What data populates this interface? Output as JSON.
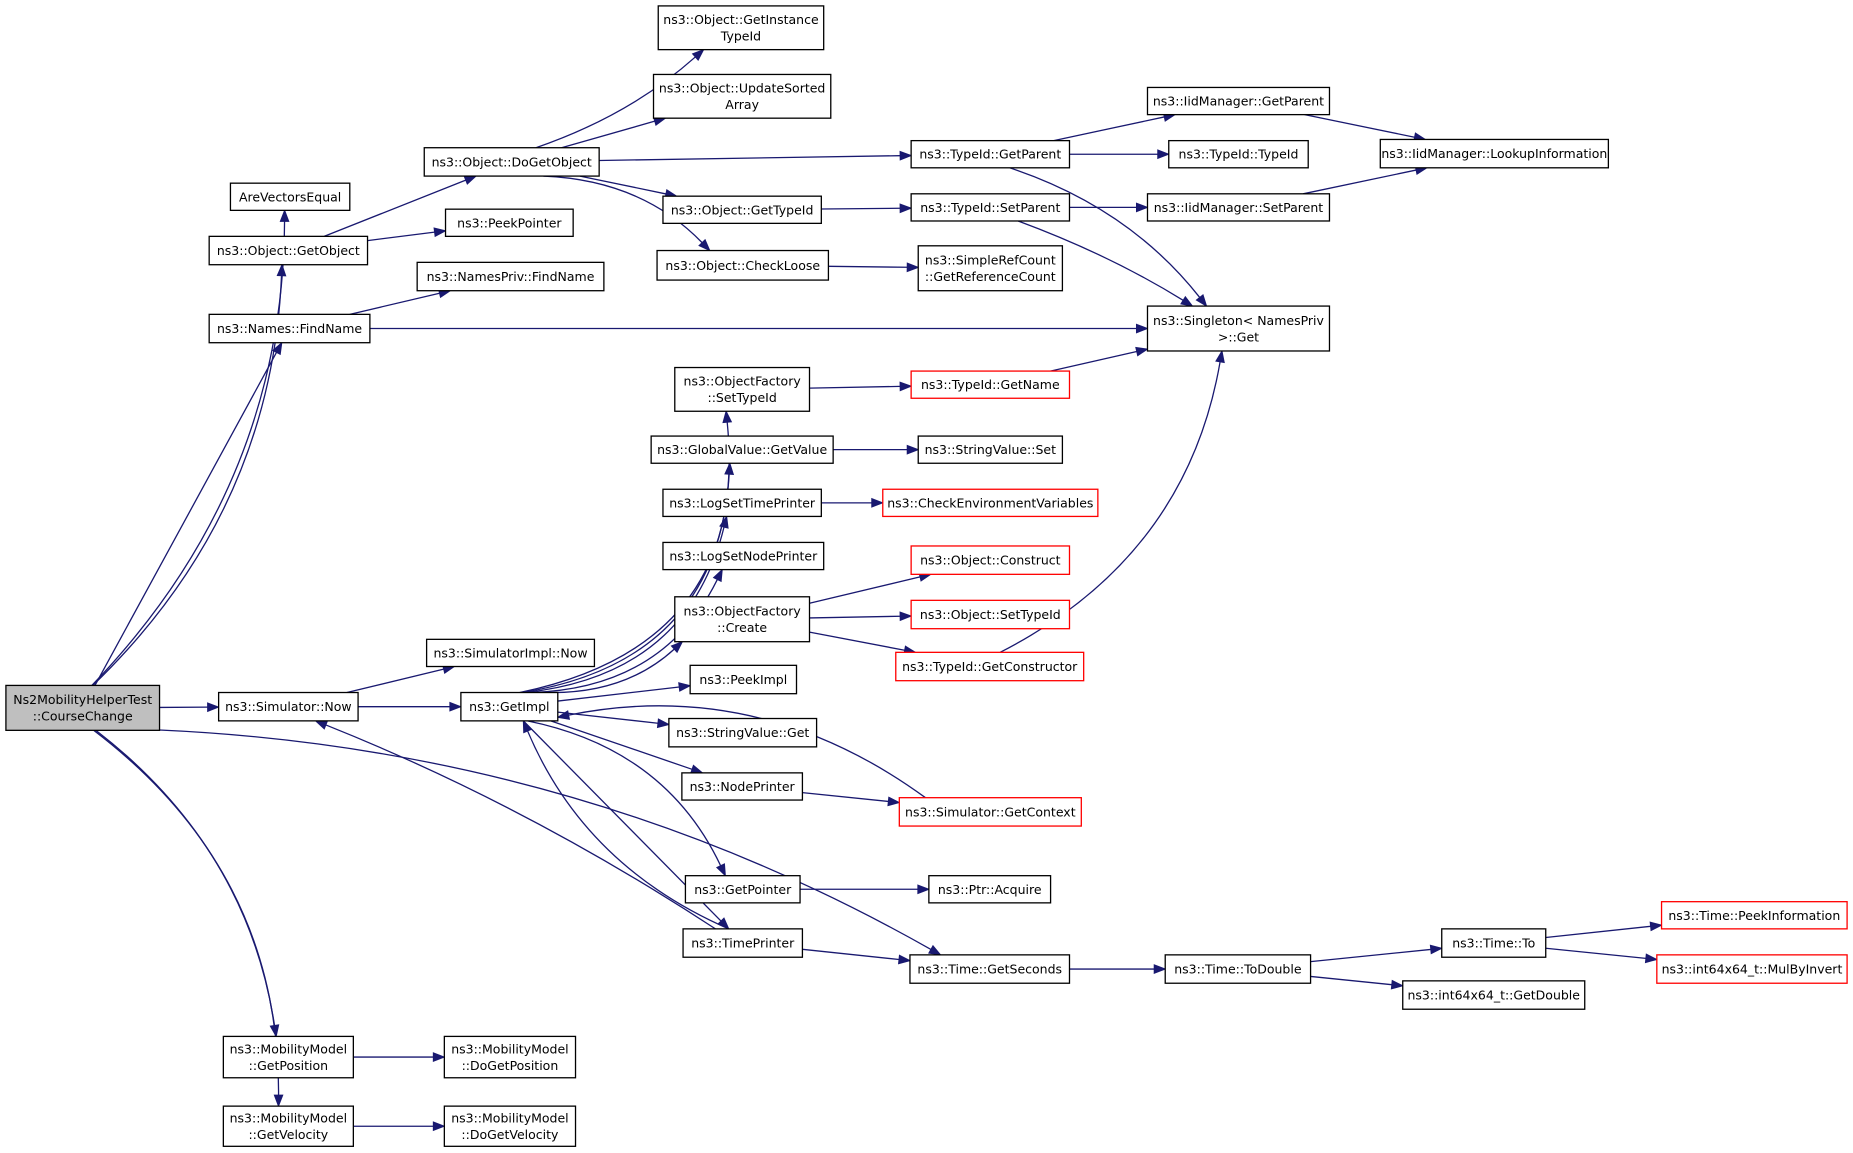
{
  "graph": {
    "nodes": [
      {
        "id": "root",
        "lines": [
          "Ns2MobilityHelperTest",
          "::CourseChange"
        ],
        "kind": "root"
      },
      {
        "id": "arevec",
        "lines": [
          "AreVectorsEqual"
        ]
      },
      {
        "id": "getobject",
        "lines": [
          "ns3::Object::GetObject"
        ]
      },
      {
        "id": "namesfind",
        "lines": [
          "ns3::Names::FindName"
        ]
      },
      {
        "id": "simnow",
        "lines": [
          "ns3::Simulator::Now"
        ]
      },
      {
        "id": "mmgetpos",
        "lines": [
          "ns3::MobilityModel",
          "::GetPosition"
        ]
      },
      {
        "id": "mmgetvel",
        "lines": [
          "ns3::MobilityModel",
          "::GetVelocity"
        ]
      },
      {
        "id": "dogetobject",
        "lines": [
          "ns3::Object::DoGetObject"
        ]
      },
      {
        "id": "peekpointer",
        "lines": [
          "ns3::PeekPointer"
        ]
      },
      {
        "id": "namesprivfind",
        "lines": [
          "ns3::NamesPriv::FindName"
        ]
      },
      {
        "id": "simimplnow",
        "lines": [
          "ns3::SimulatorImpl::Now"
        ]
      },
      {
        "id": "getimpl",
        "lines": [
          "ns3::GetImpl"
        ]
      },
      {
        "id": "mmdogetpos",
        "lines": [
          "ns3::MobilityModel",
          "::DoGetPosition"
        ]
      },
      {
        "id": "mmdogetvel",
        "lines": [
          "ns3::MobilityModel",
          "::DoGetVelocity"
        ]
      },
      {
        "id": "getinsttypeid",
        "lines": [
          "ns3::Object::GetInstance",
          "TypeId"
        ]
      },
      {
        "id": "updsorted",
        "lines": [
          "ns3::Object::UpdateSorted",
          "Array"
        ]
      },
      {
        "id": "objgettypeid",
        "lines": [
          "ns3::Object::GetTypeId"
        ]
      },
      {
        "id": "checkloose",
        "lines": [
          "ns3::Object::CheckLoose"
        ]
      },
      {
        "id": "ofsettypeid",
        "lines": [
          "ns3::ObjectFactory",
          "::SetTypeId"
        ]
      },
      {
        "id": "gvgetvalue",
        "lines": [
          "ns3::GlobalValue::GetValue"
        ]
      },
      {
        "id": "logsettime",
        "lines": [
          "ns3::LogSetTimePrinter"
        ]
      },
      {
        "id": "logsetnode",
        "lines": [
          "ns3::LogSetNodePrinter"
        ]
      },
      {
        "id": "ofcreate",
        "lines": [
          "ns3::ObjectFactory",
          "::Create"
        ]
      },
      {
        "id": "peekimpl",
        "lines": [
          "ns3::PeekImpl"
        ]
      },
      {
        "id": "svget",
        "lines": [
          "ns3::StringValue::Get"
        ]
      },
      {
        "id": "nodeprinter",
        "lines": [
          "ns3::NodePrinter"
        ]
      },
      {
        "id": "getpointer",
        "lines": [
          "ns3::GetPointer"
        ]
      },
      {
        "id": "timeprinter",
        "lines": [
          "ns3::TimePrinter"
        ]
      },
      {
        "id": "tidgetparent",
        "lines": [
          "ns3::TypeId::GetParent"
        ]
      },
      {
        "id": "tidsetparent",
        "lines": [
          "ns3::TypeId::SetParent"
        ]
      },
      {
        "id": "srcgetref",
        "lines": [
          "ns3::SimpleRefCount",
          "::GetReferenceCount"
        ]
      },
      {
        "id": "tidgetname",
        "lines": [
          "ns3::TypeId::GetName"
        ],
        "kind": "trunc"
      },
      {
        "id": "svset",
        "lines": [
          "ns3::StringValue::Set"
        ]
      },
      {
        "id": "checkenv",
        "lines": [
          "ns3::CheckEnvironmentVariables"
        ],
        "kind": "trunc"
      },
      {
        "id": "objconstruct",
        "lines": [
          "ns3::Object::Construct"
        ],
        "kind": "trunc"
      },
      {
        "id": "objsettypeid",
        "lines": [
          "ns3::Object::SetTypeId"
        ],
        "kind": "trunc"
      },
      {
        "id": "tidgetctor",
        "lines": [
          "ns3::TypeId::GetConstructor"
        ],
        "kind": "trunc"
      },
      {
        "id": "simgetctx",
        "lines": [
          "ns3::Simulator::GetContext"
        ],
        "kind": "trunc"
      },
      {
        "id": "ptracquire",
        "lines": [
          "ns3::Ptr::Acquire"
        ]
      },
      {
        "id": "timegetsec",
        "lines": [
          "ns3::Time::GetSeconds"
        ]
      },
      {
        "id": "iidgetparent",
        "lines": [
          "ns3::IidManager::GetParent"
        ]
      },
      {
        "id": "tidtypeid",
        "lines": [
          "ns3::TypeId::TypeId"
        ]
      },
      {
        "id": "iidsetparent",
        "lines": [
          "ns3::IidManager::SetParent"
        ]
      },
      {
        "id": "singletonget",
        "lines": [
          "ns3::Singleton< NamesPriv",
          " >::Get"
        ]
      },
      {
        "id": "timetodouble",
        "lines": [
          "ns3::Time::ToDouble"
        ]
      },
      {
        "id": "iidlookup",
        "lines": [
          "ns3::IidManager::LookupInformation"
        ]
      },
      {
        "id": "timeto",
        "lines": [
          "ns3::Time::To"
        ]
      },
      {
        "id": "i64getdouble",
        "lines": [
          "ns3::int64x64_t::GetDouble"
        ]
      },
      {
        "id": "timepeek",
        "lines": [
          "ns3::Time::PeekInformation"
        ],
        "kind": "trunc"
      },
      {
        "id": "i64mulbyinv",
        "lines": [
          "ns3::int64x64_t::MulByInvert"
        ],
        "kind": "trunc"
      }
    ],
    "edges": [
      [
        "root",
        "arevec"
      ],
      [
        "root",
        "getobject"
      ],
      [
        "root",
        "namesfind"
      ],
      [
        "root",
        "simnow"
      ],
      [
        "root",
        "timegetsec"
      ],
      [
        "root",
        "mmgetpos"
      ],
      [
        "root",
        "mmgetvel"
      ],
      [
        "getobject",
        "dogetobject"
      ],
      [
        "getobject",
        "peekpointer"
      ],
      [
        "namesfind",
        "namesprivfind"
      ],
      [
        "namesfind",
        "singletonget"
      ],
      [
        "simnow",
        "simimplnow"
      ],
      [
        "simnow",
        "getimpl"
      ],
      [
        "mmgetpos",
        "mmdogetpos"
      ],
      [
        "mmgetvel",
        "mmdogetvel"
      ],
      [
        "dogetobject",
        "getinsttypeid"
      ],
      [
        "dogetobject",
        "updsorted"
      ],
      [
        "dogetobject",
        "tidgetparent"
      ],
      [
        "dogetobject",
        "objgettypeid"
      ],
      [
        "dogetobject",
        "checkloose"
      ],
      [
        "objgettypeid",
        "tidsetparent"
      ],
      [
        "checkloose",
        "srcgetref"
      ],
      [
        "tidgetparent",
        "iidgetparent"
      ],
      [
        "tidgetparent",
        "tidtypeid"
      ],
      [
        "tidgetparent",
        "singletonget"
      ],
      [
        "tidsetparent",
        "iidsetparent"
      ],
      [
        "tidsetparent",
        "singletonget"
      ],
      [
        "iidgetparent",
        "iidlookup"
      ],
      [
        "iidsetparent",
        "iidlookup"
      ],
      [
        "getimpl",
        "ofsettypeid"
      ],
      [
        "getimpl",
        "gvgetvalue"
      ],
      [
        "getimpl",
        "logsettime"
      ],
      [
        "getimpl",
        "logsetnode"
      ],
      [
        "getimpl",
        "ofcreate"
      ],
      [
        "getimpl",
        "peekimpl"
      ],
      [
        "getimpl",
        "svget"
      ],
      [
        "getimpl",
        "nodeprinter"
      ],
      [
        "getimpl",
        "getpointer"
      ],
      [
        "getimpl",
        "timeprinter"
      ],
      [
        "ofsettypeid",
        "tidgetname"
      ],
      [
        "tidgetname",
        "singletonget"
      ],
      [
        "gvgetvalue",
        "svset"
      ],
      [
        "logsettime",
        "checkenv"
      ],
      [
        "ofcreate",
        "objconstruct"
      ],
      [
        "ofcreate",
        "objsettypeid"
      ],
      [
        "ofcreate",
        "tidgetctor"
      ],
      [
        "tidgetctor",
        "singletonget"
      ],
      [
        "nodeprinter",
        "simgetctx"
      ],
      [
        "simgetctx",
        "getimpl"
      ],
      [
        "getpointer",
        "ptracquire"
      ],
      [
        "timeprinter",
        "simnow"
      ],
      [
        "timeprinter",
        "getimpl"
      ],
      [
        "timeprinter",
        "timegetsec"
      ],
      [
        "timegetsec",
        "timetodouble"
      ],
      [
        "timetodouble",
        "timeto"
      ],
      [
        "timetodouble",
        "i64getdouble"
      ],
      [
        "timeto",
        "timepeek"
      ],
      [
        "timeto",
        "i64mulbyinv"
      ]
    ]
  },
  "colors": {
    "edge": "#191970",
    "node_border": "#000000",
    "node_fill": "#ffffff",
    "root_fill": "#bfbfbf",
    "truncated_border": "#ff0000"
  }
}
